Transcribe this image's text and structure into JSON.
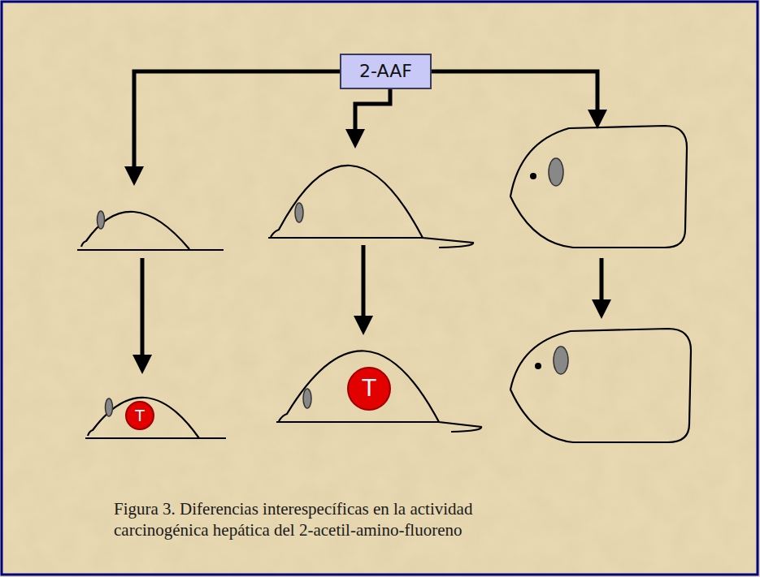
{
  "diagram": {
    "caption": "Figura 3. Diferencias interespecíficas en la actividad carcinogénica hepática del 2-acetil-amino-fluoreno",
    "nodes": [
      {
        "text": [
          "2-AAF"
        ]
      },
      {
        "text": [
          "T"
        ]
      },
      {
        "text": [
          "T"
        ]
      }
    ]
  }
}
